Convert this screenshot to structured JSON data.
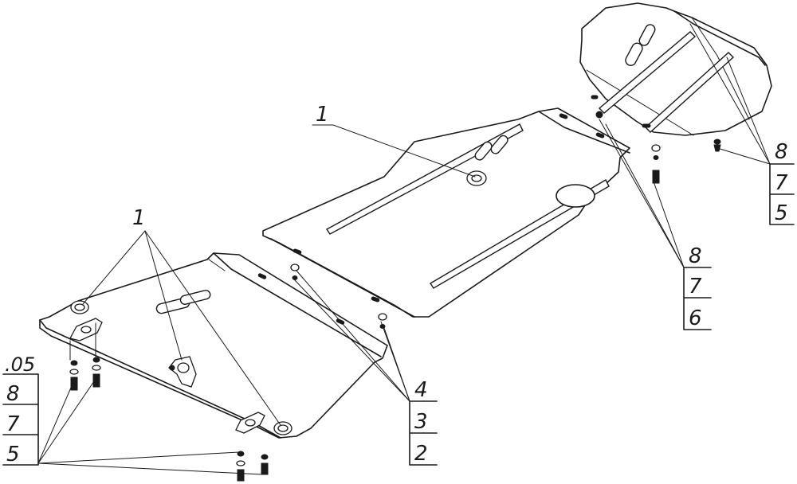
{
  "drawing": {
    "callouts": {
      "top_center_part": "1",
      "left_group_part": "1",
      "right_stack": [
        "8",
        "7",
        "5"
      ],
      "middle_right_stack": [
        "8",
        "7",
        "6"
      ],
      "center_bottom_stack": [
        "4",
        "3",
        "2"
      ],
      "left_stack": [
        ".05",
        "8",
        "7",
        "5"
      ]
    }
  }
}
